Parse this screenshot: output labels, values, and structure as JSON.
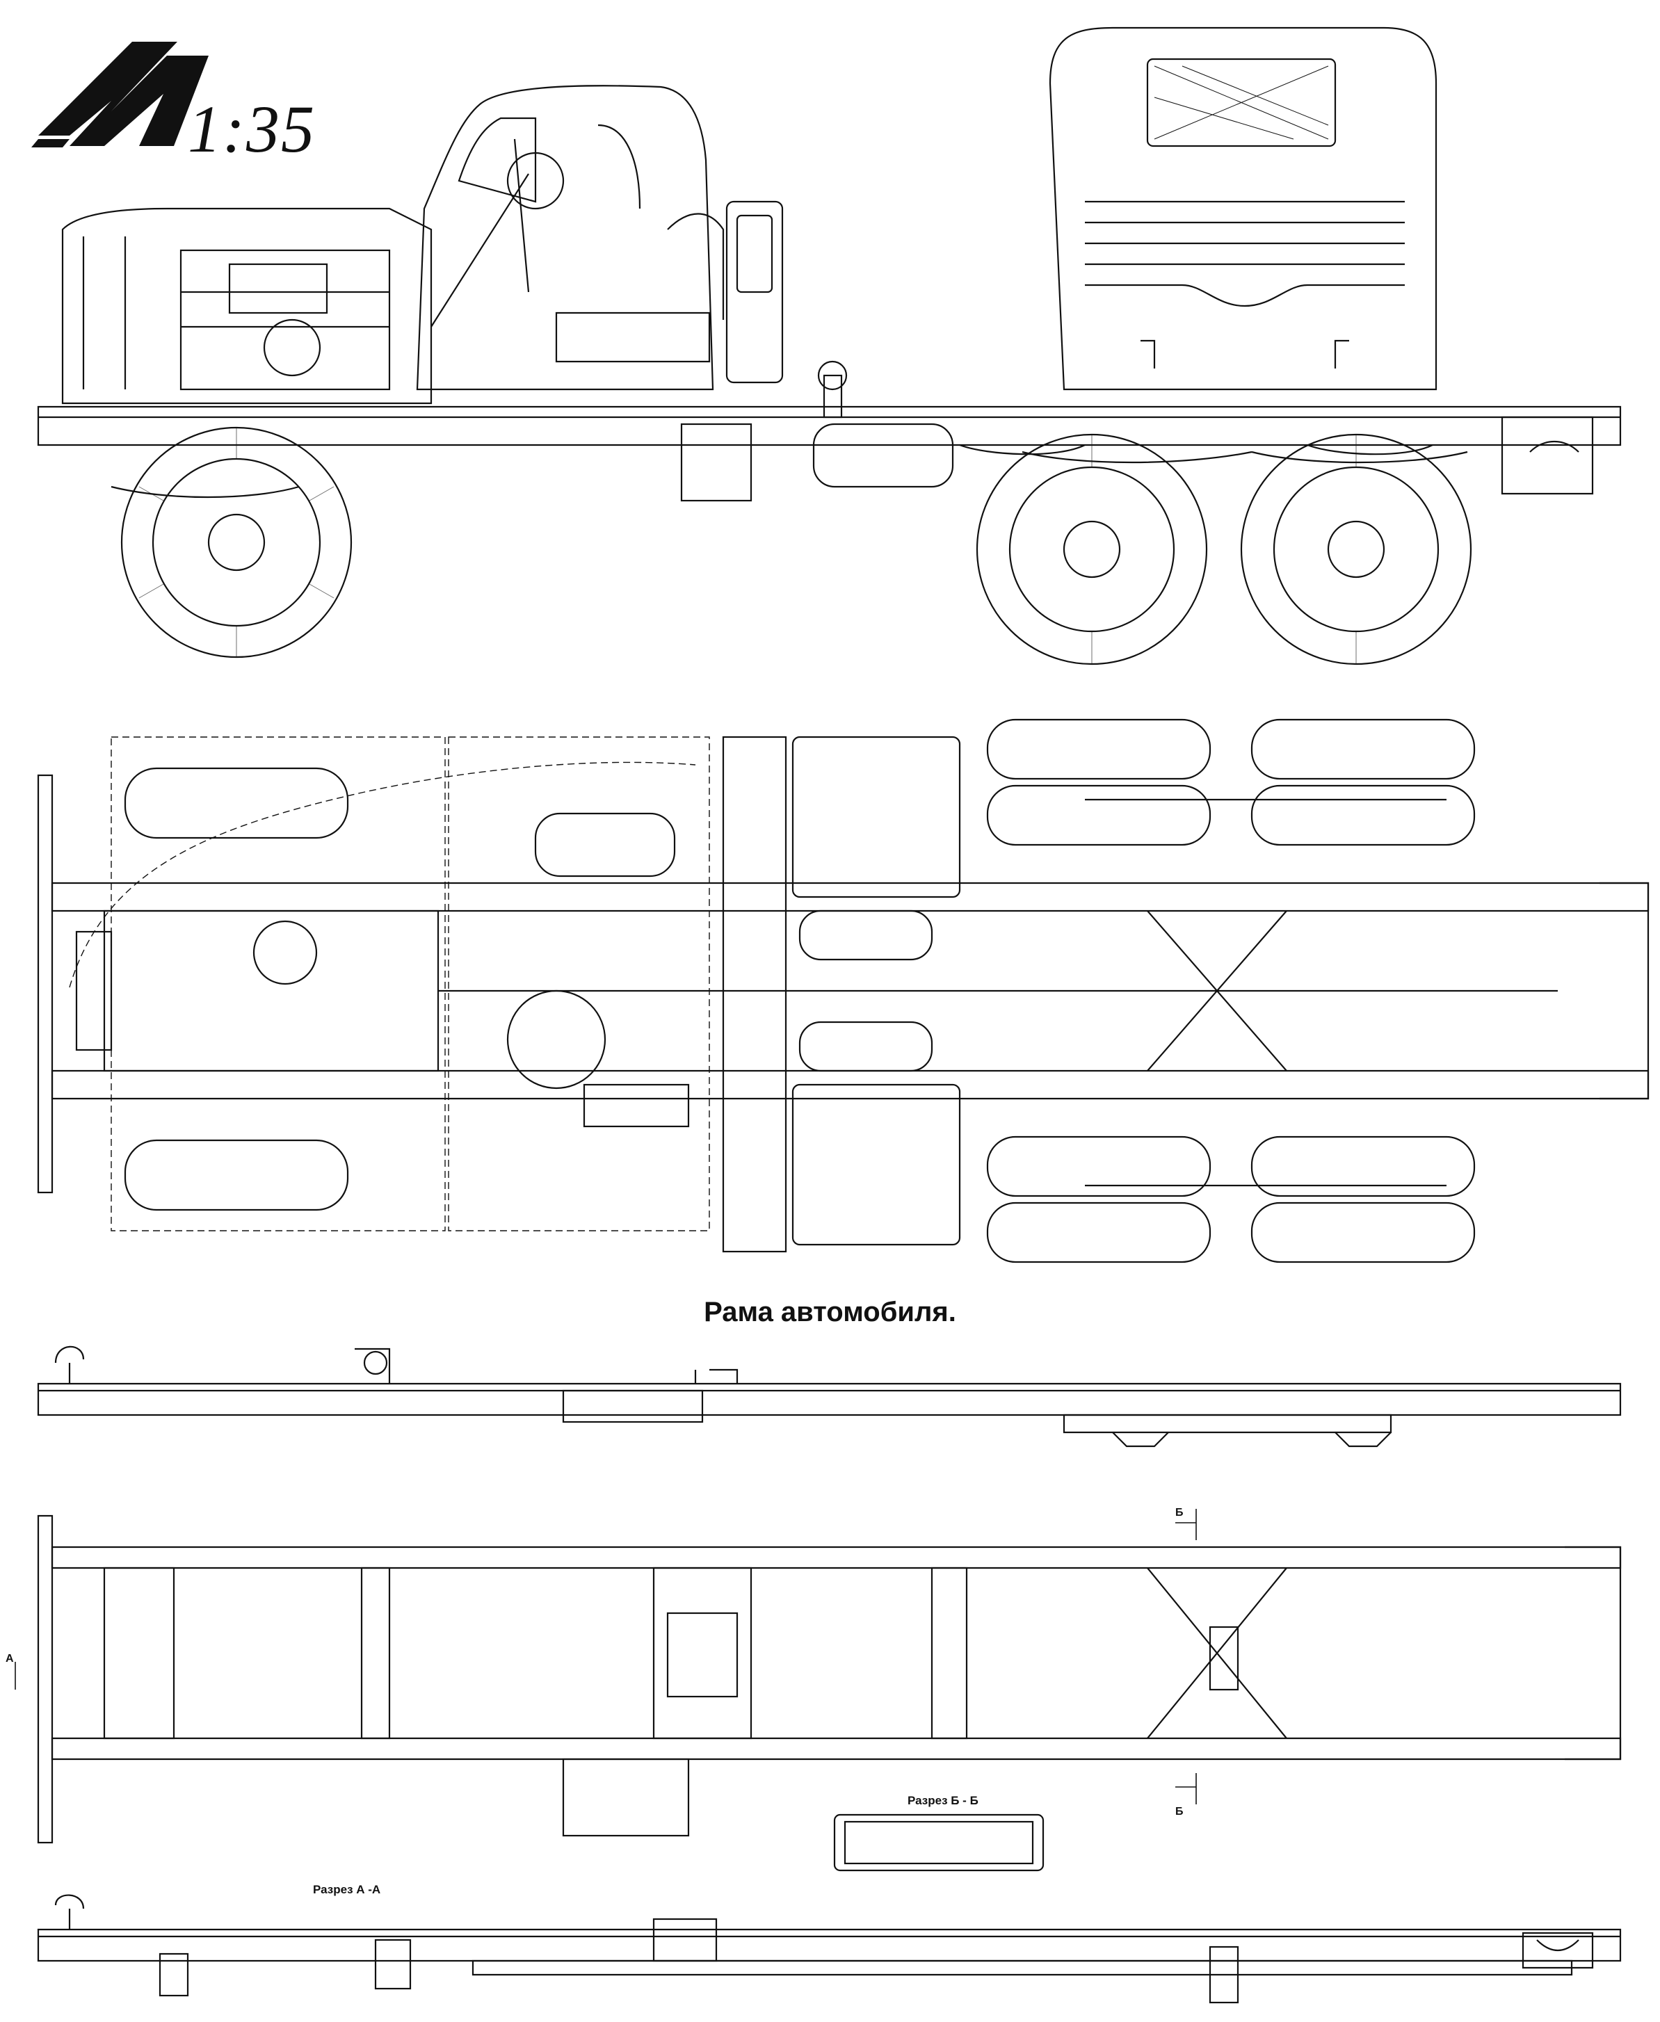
{
  "logo": {
    "scale": "1:35"
  },
  "frame": {
    "title": "Рама автомобиля.",
    "section_bb": "Разрез Б - Б",
    "section_aa": "Разрез А -А",
    "marker_b": "Б",
    "marker_a": "А"
  },
  "colors": {
    "ink": "#111111",
    "paper": "#ffffff",
    "gray": "#777777"
  }
}
